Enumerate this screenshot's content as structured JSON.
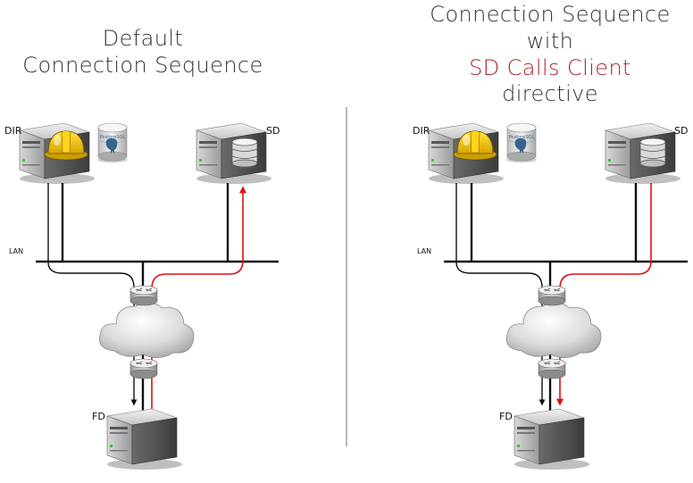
{
  "left": {
    "title_line1": "Default",
    "title_line2": "Connection Sequence",
    "labels": {
      "dir": "DIR",
      "sd": "SD",
      "fd": "FD",
      "lan": "LAN"
    }
  },
  "right": {
    "title_line1": "Connection Sequence",
    "title_line2": "with",
    "title_line3": "SD Calls Client",
    "title_line4": "directive",
    "labels": {
      "dir": "DIR",
      "sd": "SD",
      "fd": "FD",
      "lan": "LAN"
    }
  },
  "db_badge": "PostgreSQL",
  "colors": {
    "connection_red": "#e01010",
    "title_red": "#a8242d",
    "line_black": "#111111",
    "divider": "#888888"
  },
  "icons": [
    "server-icon",
    "hard-hat-icon",
    "database-icon",
    "disk-icon",
    "cloud-icon",
    "router-icon"
  ]
}
